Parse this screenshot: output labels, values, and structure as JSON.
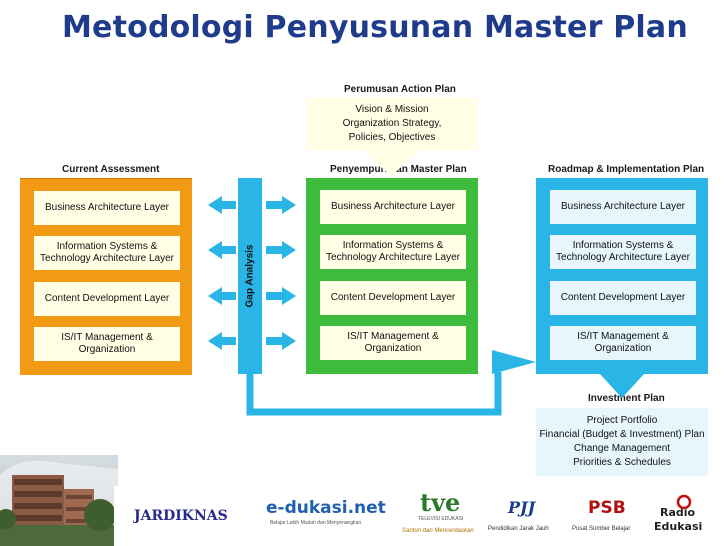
{
  "title": "Metodologi Penyusunan Master Plan",
  "headers": {
    "action_plan": "Perumusan Action Plan",
    "current": "Current Assessment",
    "master": "Penyempurnaan Master Plan",
    "roadmap": "Roadmap & Implementation Plan",
    "investment": "Investment Plan"
  },
  "vision_box": [
    "Vision & Mission",
    "Organization Strategy,",
    "Policies, Objectives"
  ],
  "gap_label": "Gap Analysis",
  "current_layers": [
    [
      "Business Architecture Layer"
    ],
    [
      "Information Systems &",
      "Technology Architecture Layer"
    ],
    [
      "Content Development Layer"
    ],
    [
      "IS/IT Management &",
      "Organization"
    ]
  ],
  "master_layers": [
    [
      "Business Architecture Layer"
    ],
    [
      "Information Systems &",
      "Technology Architecture Layer"
    ],
    [
      "Content Development Layer"
    ],
    [
      "IS/IT Management &",
      "Organization"
    ]
  ],
  "roadmap_layers": [
    [
      "Business Architecture Layer"
    ],
    [
      "Information Systems &",
      "Technology Architecture Layer"
    ],
    [
      "Content Development Layer"
    ],
    [
      "IS/IT Management &",
      "Organization"
    ]
  ],
  "investment_box": [
    "Project Portfolio",
    "Financial (Budget & Investment) Plan",
    "Change Management",
    "Priorities & Schedules"
  ],
  "logos": {
    "jardiknas": "JARDIKNAS",
    "edukasi_net": "e-dukasi.net",
    "edukasi_net_tagline": "Belajar Lebih Mudah dan Menyenangkan",
    "tve": "tve",
    "tve_sub": "TELEVISI EDUKASI",
    "tve_tagline": "Santun dan Mencerdaskan",
    "pjj": "PJJ",
    "pjj_caption": "Pendidikan Jarak Jauh",
    "psb": "PSB",
    "psb_caption": "Pusat Sumber Belajar",
    "radio_1": "Radio",
    "radio_2": "Edukasi"
  },
  "colors": {
    "title": "#1f3c8c",
    "current": "#f39a14",
    "master": "#3cbb3c",
    "roadmap": "#29b6e6",
    "connector": "#29b6e6"
  }
}
